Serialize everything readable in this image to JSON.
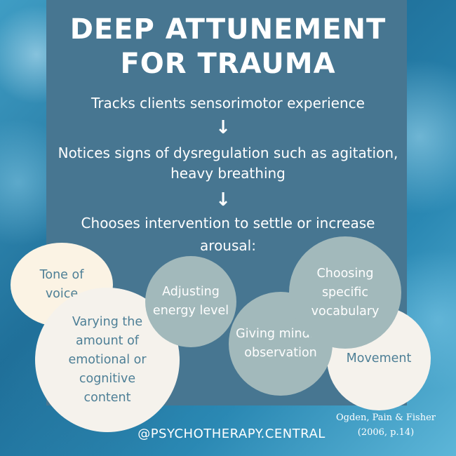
{
  "title": {
    "line1": "DEEP ATTUNEMENT",
    "line2": "FOR TRAUMA"
  },
  "steps": {
    "step1": "Tracks  clients sensorimotor experience",
    "step2_line1": "Notices signs of dysregulation such as agitation,",
    "step2_line2": "heavy breathing",
    "step3_line1": "Chooses intervention to settle or increase",
    "step3_line2": "arousal:",
    "arrow": "↓"
  },
  "interventions": {
    "tone": "Tone of voice",
    "varying": "Varying the amount of emotional or cognitive content",
    "energy": "Adjusting energy level",
    "mindful": "Giving mindful observation",
    "vocabulary": "Choosing specific vocabulary",
    "movement": "Movement"
  },
  "credit": {
    "line1": "Ogden, Pain & Fisher",
    "line2": "(2006, p.14)"
  },
  "handle": "@PSYCHOTHERAPY.CENTRAL"
}
